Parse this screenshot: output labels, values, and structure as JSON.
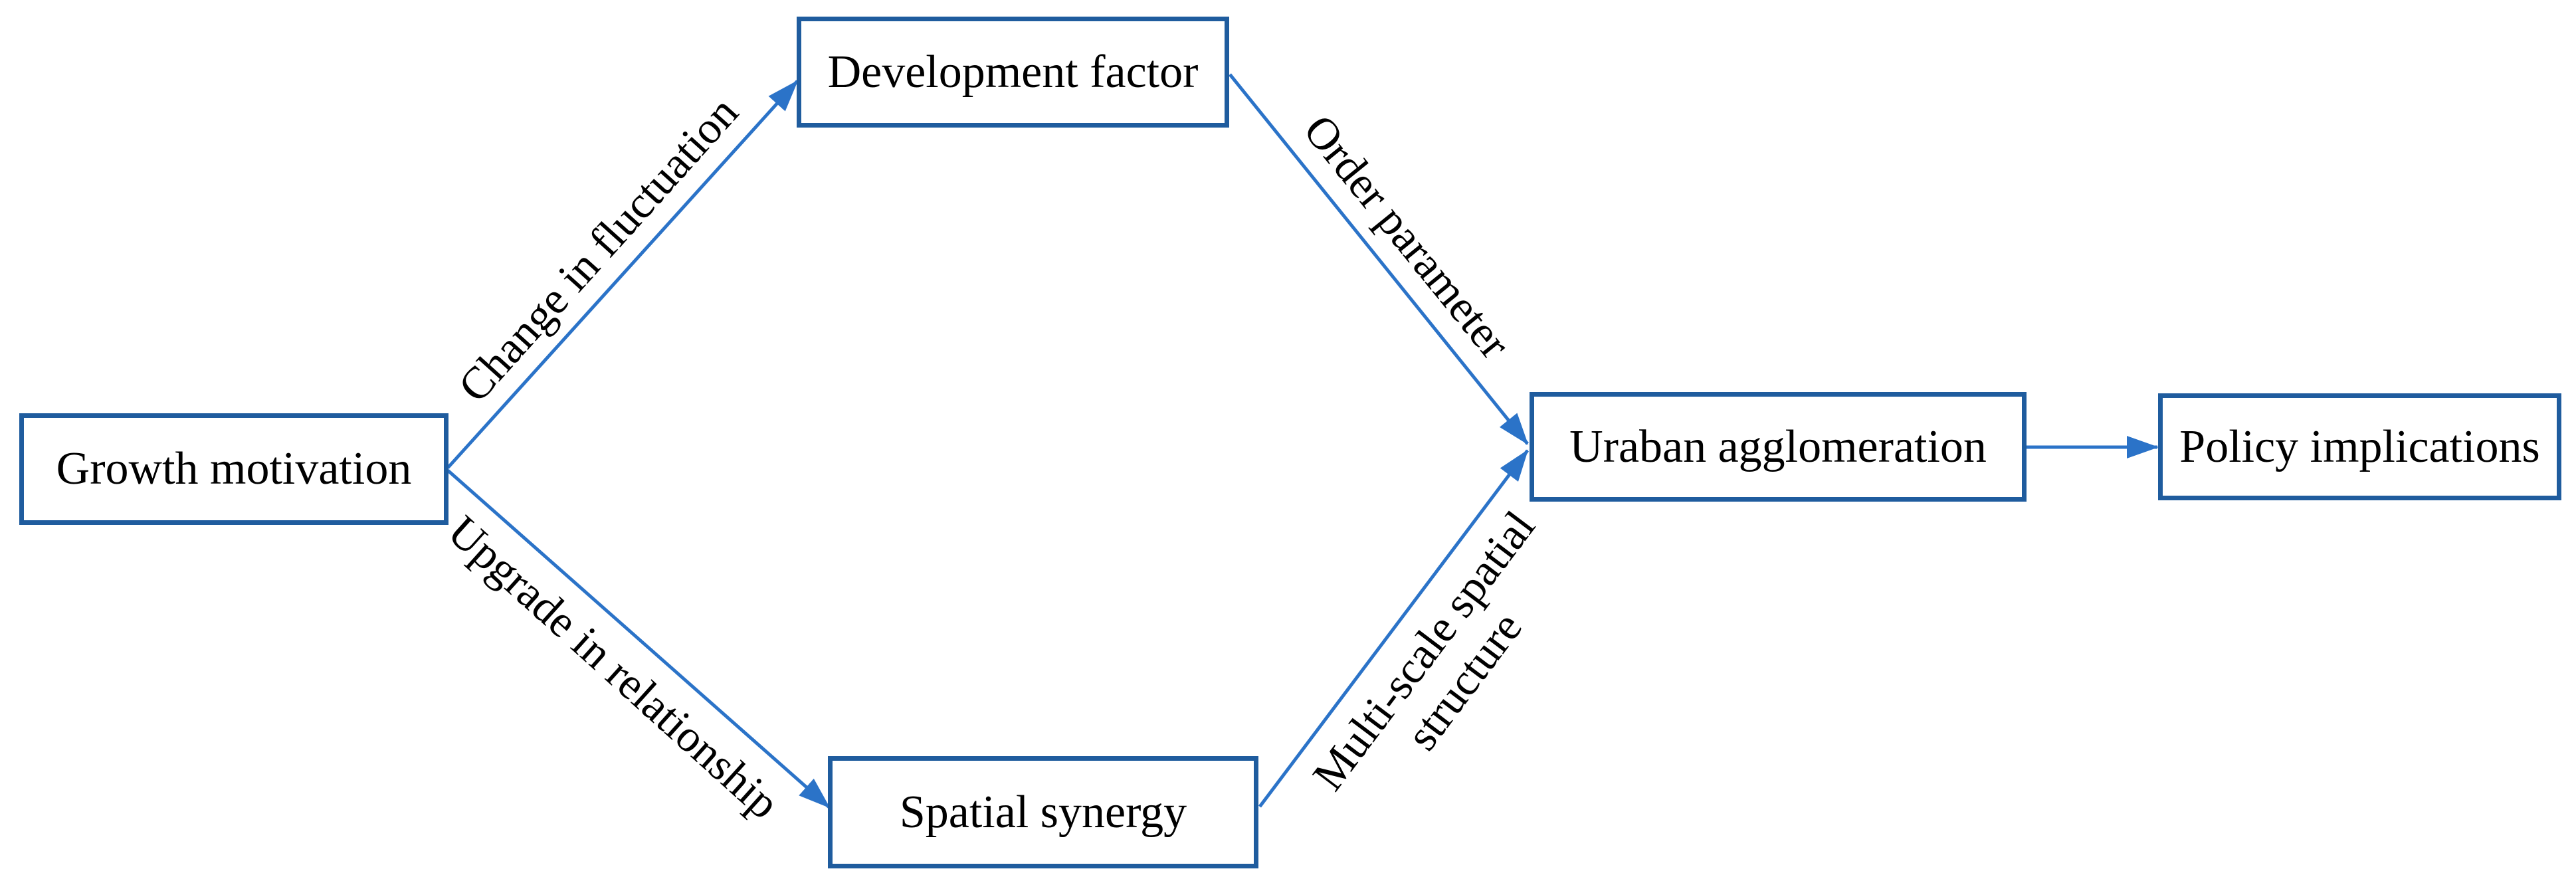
{
  "figure": {
    "type": "flow-diagram",
    "background": "#ffffff"
  },
  "theme": {
    "box-border": "#1f5c9e",
    "arrow": "#2b73c8",
    "text": "#000000",
    "box-fill": "#ffffff"
  },
  "nodes": {
    "growth_motivation": {
      "label": "Growth motivation"
    },
    "development_factor": {
      "label": "Development factor"
    },
    "spatial_synergy": {
      "label": "Spatial synergy"
    },
    "urban_agglomeration": {
      "label": "Uraban agglomeration"
    },
    "policy_implications": {
      "label": "Policy implications"
    }
  },
  "edges": {
    "growth_to_development": {
      "from": "Growth motivation",
      "to": "Development factor",
      "label": "Change in fluctuation"
    },
    "growth_to_spatial": {
      "from": "Growth motivation",
      "to": "Spatial synergy",
      "label": "Upgrade in relationship"
    },
    "development_to_urban": {
      "from": "Development factor",
      "to": "Uraban agglomeration",
      "label": "Order parameter"
    },
    "spatial_to_urban": {
      "from": "Spatial synergy",
      "to": "Uraban agglomeration",
      "label": "Multi-scale spatial structure"
    },
    "urban_to_policy": {
      "from": "Uraban agglomeration",
      "to": "Policy implications",
      "label": ""
    }
  }
}
